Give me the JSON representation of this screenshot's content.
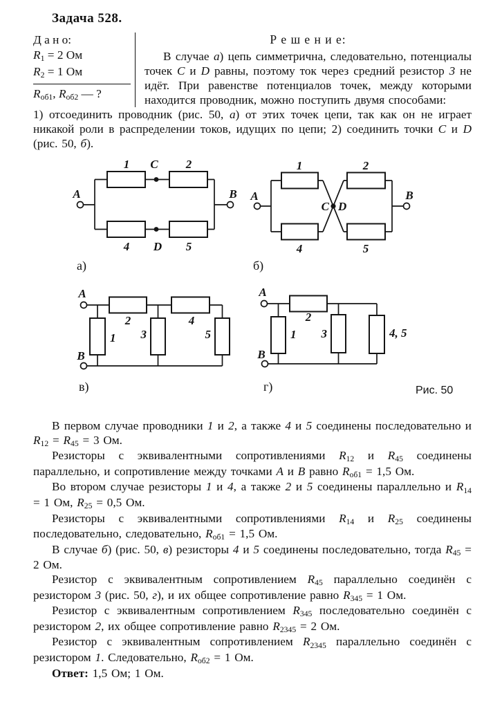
{
  "title": "Задача 528.",
  "given": {
    "label": "Д а н о:",
    "r1_html": "<i>R</i><sub>1</sub> = 2 Ом",
    "r2_html": "<i>R</i><sub>2</sub> = 1 Ом",
    "find_html": "<i>R</i><sub>об1</sub>, <i>R</i><sub>об2</sub> — ?"
  },
  "solution": {
    "heading": "Р е ш е н и е:",
    "intro_html": "В случае <i>а</i>) цепь симметрична, следовательно, потенциалы точек <i>C</i> и <i>D</i> равны, поэтому ток через средний резистор <i>3</i> не идёт. При равенстве потенциалов точек, между которыми находится проводник, можно поступить двумя способами:",
    "intro_cont_html": "1) отсоединить проводник (рис. 50, <i>а</i>) от этих точек цепи, так как он не играет никакой роли в распределении токов, идущих по цепи; 2) соединить точки <i>C</i> и <i>D</i> (рис. 50, <i>б</i>).",
    "paragraphs": [
      "В первом случае проводники <i>1</i> и <i>2</i>, а также <i>4</i> и <i>5</i> соединены последовательно и <i>R</i><sub>12</sub> = <i>R</i><sub>45</sub> = 3 Ом.",
      "Резисторы с эквивалентными сопротивлениями <i>R</i><sub>12</sub> и <i>R</i><sub>45</sub> соединены параллельно, и сопротивление между точками <i>A</i> и <i>B</i> равно <i>R</i><sub>об1</sub> = 1,5 Ом.",
      "Во втором случае резисторы <i>1</i> и <i>4</i>, а также <i>2</i> и <i>5</i> соединены параллельно и <i>R</i><sub>14</sub> = 1 Ом, <i>R</i><sub>25</sub> = 0,5 Ом.",
      "Резисторы с эквивалентными сопротивлениями <i>R</i><sub>14</sub> и <i>R</i><sub>25</sub> соединены последовательно, следовательно, <i>R</i><sub>об1</sub> = 1,5 Ом.",
      "В случае <i>б</i>) (рис. 50, <i>в</i>) резисторы <i>4</i> и <i>5</i> соединены последовательно, тогда <i>R</i><sub>45</sub> = 2 Ом.",
      "Резистор с эквивалентным сопротивлением <i>R</i><sub>45</sub> параллельно соединён с резистором <i>3</i> (рис. 50, <i>г</i>), и их общее сопротивление равно <i>R</i><sub>345</sub> = 1 Ом.",
      "Резистор с эквивалентным сопротивлением <i>R</i><sub>345</sub> последовательно соединён с резистором <i>2</i>, их общее сопротивление равно <i>R</i><sub>2345</sub> = 2 Ом.",
      "Резистор с эквивалентным сопротивлением <i>R</i><sub>2345</sub> параллельно соединён с резистором <i>1</i>. Следовательно, <i>R</i><sub>об2</sub> = 1 Ом."
    ],
    "answer_html": "<b>Ответ:</b> 1,5 Ом; 1 Ом."
  },
  "figure": {
    "caption": "Рис. 50",
    "diagrams": {
      "a": {
        "label": "а)",
        "terminal_left": "A",
        "terminal_right": "B",
        "node_top": "C",
        "node_bottom": "D",
        "r1": "1",
        "r2": "2",
        "r4": "4",
        "r5": "5"
      },
      "b": {
        "label": "б)",
        "terminal_left": "A",
        "terminal_right": "B",
        "node_left": "C",
        "node_right": "D",
        "r1": "1",
        "r2": "2",
        "r4": "4",
        "r5": "5"
      },
      "v": {
        "label": "в)",
        "terminal_top": "A",
        "terminal_bottom": "B",
        "r1": "1",
        "r2": "2",
        "r3": "3",
        "r4": "4",
        "r5": "5"
      },
      "g": {
        "label": "г)",
        "terminal_top": "A",
        "terminal_bottom": "B",
        "r1": "1",
        "r2": "2",
        "r3": "3",
        "r45": "4, 5"
      }
    }
  }
}
